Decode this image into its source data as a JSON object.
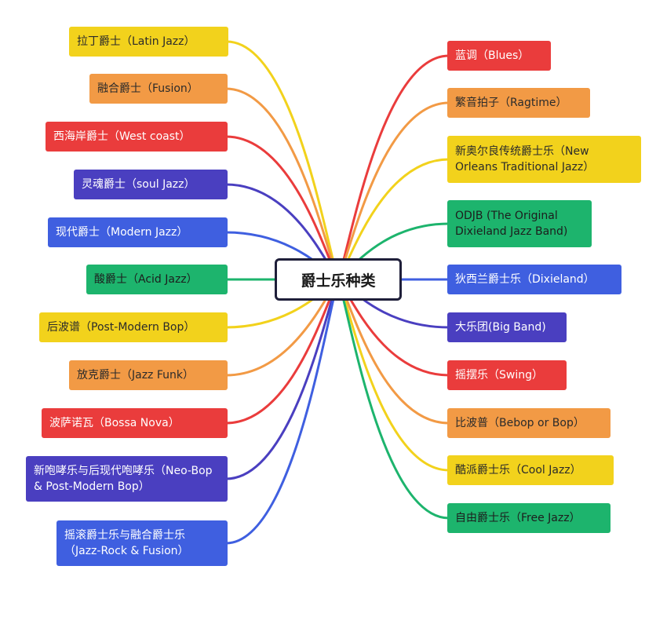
{
  "center_label": "爵士乐种类",
  "colors": {
    "yellow": "#f2d21c",
    "orange": "#f29a45",
    "red": "#ea3c3c",
    "indigo": "#4a3fc0",
    "blue": "#3f5fe0",
    "green": "#1db46d"
  },
  "left_nodes": [
    {
      "label": "拉丁爵士（Latin Jazz）",
      "color": "yellow"
    },
    {
      "label": "融合爵士（Fusion）",
      "color": "orange"
    },
    {
      "label": "西海岸爵士（West coast）",
      "color": "red"
    },
    {
      "label": "灵魂爵士（soul Jazz）",
      "color": "indigo"
    },
    {
      "label": "现代爵士（Modern Jazz）",
      "color": "blue"
    },
    {
      "label": "酸爵士（Acid Jazz）",
      "color": "green"
    },
    {
      "label": "后波谱（Post-Modern Bop）",
      "color": "yellow"
    },
    {
      "label": "放克爵士（Jazz Funk）",
      "color": "orange"
    },
    {
      "label": "波萨诺瓦（Bossa Nova）",
      "color": "red"
    },
    {
      "label": "新咆哮乐与后现代咆哮乐（Neo-Bop & Post-Modern Bop）",
      "color": "indigo"
    },
    {
      "label": "摇滚爵士乐与融合爵士乐（Jazz-Rock & Fusion）",
      "color": "blue"
    }
  ],
  "right_nodes": [
    {
      "label": "蓝调（Blues）",
      "color": "red"
    },
    {
      "label": "繁音拍子（Ragtime）",
      "color": "orange"
    },
    {
      "label": "新奥尔良传统爵士乐（New Orleans Traditional Jazz）",
      "color": "yellow"
    },
    {
      "label": "ODJB (The Original Dixieland Jazz Band)",
      "color": "green"
    },
    {
      "label": "狄西兰爵士乐（Dixieland）",
      "color": "blue"
    },
    {
      "label": "大乐团(Big Band)",
      "color": "indigo"
    },
    {
      "label": "摇摆乐（Swing）",
      "color": "red"
    },
    {
      "label": "比波普（Bebop or Bop）",
      "color": "orange"
    },
    {
      "label": "酷派爵士乐（Cool Jazz）",
      "color": "yellow"
    },
    {
      "label": "自由爵士乐（Free Jazz）",
      "color": "green"
    }
  ]
}
